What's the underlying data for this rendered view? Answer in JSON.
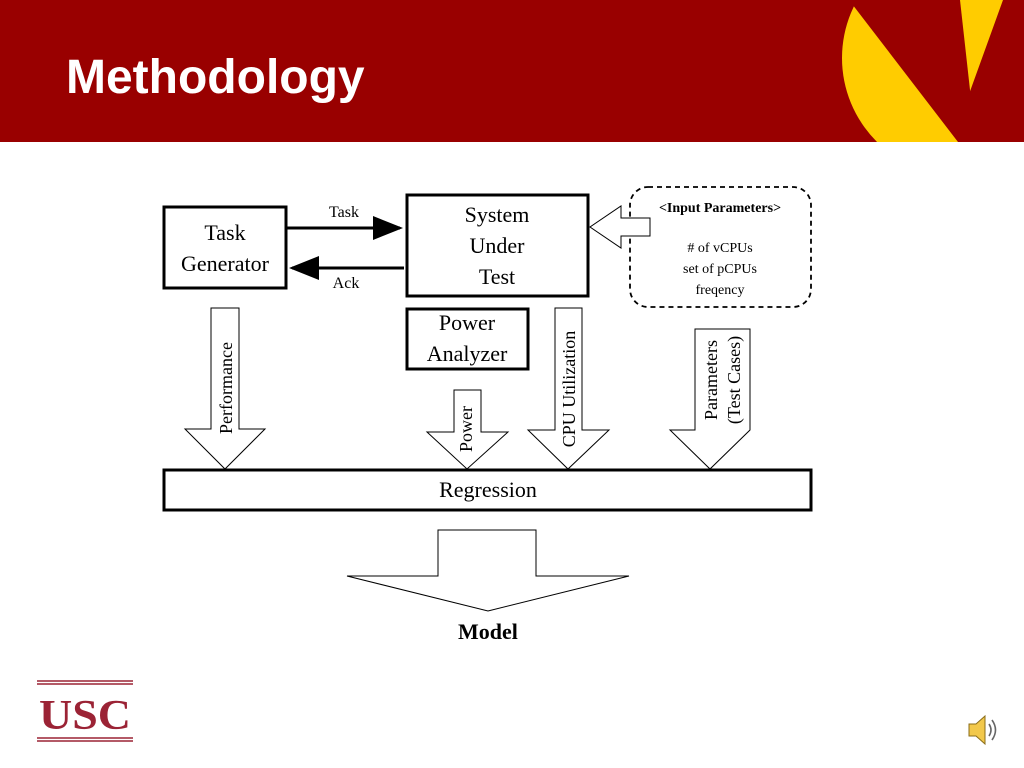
{
  "slide": {
    "title": "Methodology"
  },
  "diagram": {
    "task_generator": [
      "Task",
      "Generator"
    ],
    "system_under_test": [
      "System",
      "Under",
      "Test"
    ],
    "power_analyzer": [
      "Power",
      "Analyzer"
    ],
    "input_parameters": {
      "header": "<Input Parameters>",
      "lines": [
        "# of vCPUs",
        "set of pCPUs",
        "freqency"
      ]
    },
    "edge_task": "Task",
    "edge_ack": "Ack",
    "arrow_performance": "Performance",
    "arrow_power": "Power",
    "arrow_cpu": "CPU Utilization",
    "arrow_parameters": [
      "Parameters",
      "(Test Cases)"
    ],
    "regression": "Regression",
    "model": "Model"
  },
  "logo": {
    "text": "USC"
  },
  "colors": {
    "header": "#990000",
    "accent_gold": "#ffcc00",
    "usc_red": "#9b2335"
  },
  "icons": {
    "audio": "speaker-icon",
    "brand": "viterbi-v-logo"
  }
}
